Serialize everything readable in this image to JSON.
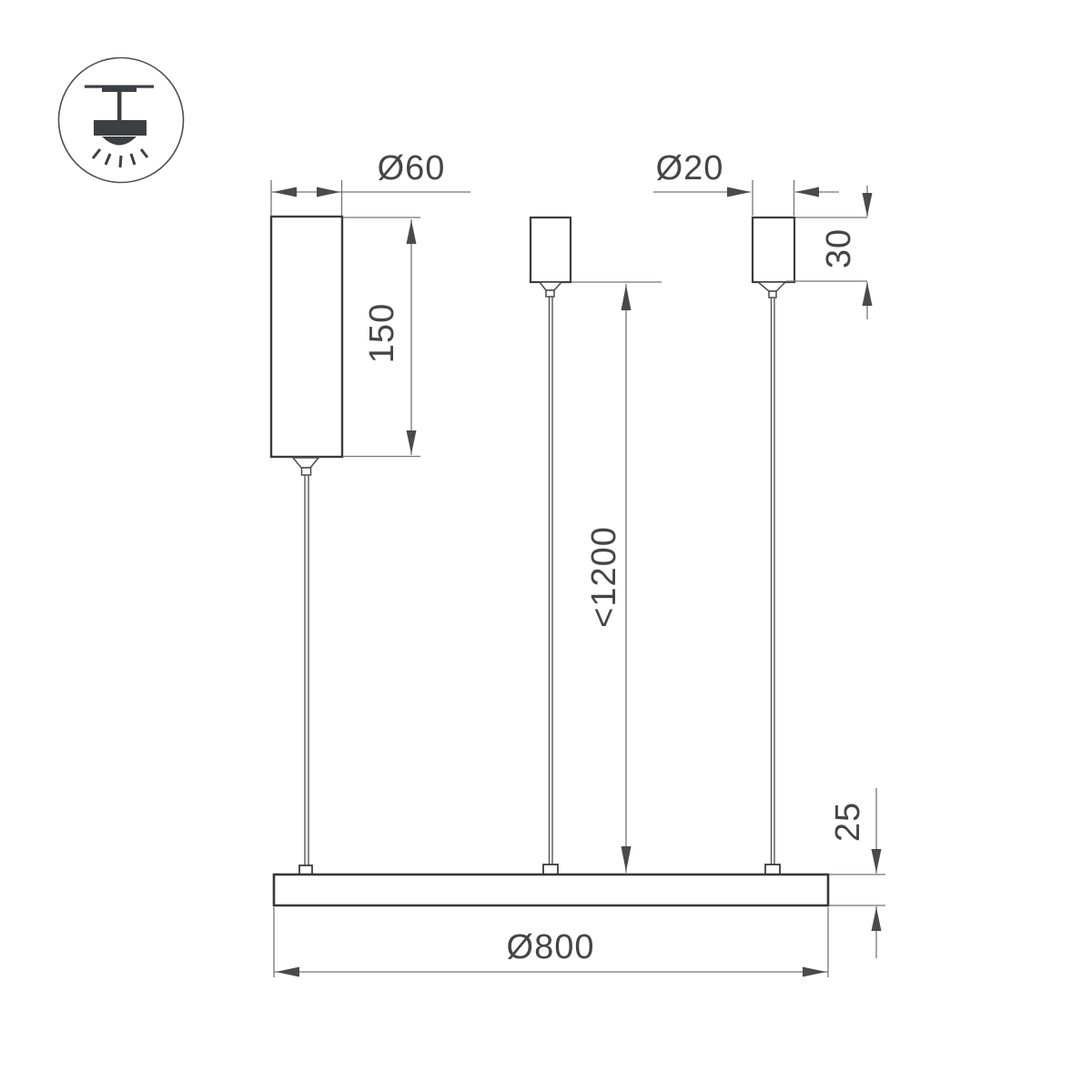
{
  "page": {
    "kind": "technical-dimension-drawing",
    "subject": "pendant-ring-luminaire-suspension",
    "background": "#ffffff"
  },
  "icon": {
    "name": "ceiling-pendant-lamp-icon"
  },
  "dimensions": {
    "driver_box_diameter": "Ø60",
    "canopy_diameter": "Ø20",
    "driver_box_height": "150",
    "canopy_height": "30",
    "suspension_length": "<1200",
    "profile_height": "25",
    "fixture_diameter": "Ø800"
  },
  "colors": {
    "object_line": "#3c3c3c",
    "dimension_line": "#757575",
    "arrow": "#4a4a4a",
    "text": "#454545",
    "background": "#ffffff"
  }
}
